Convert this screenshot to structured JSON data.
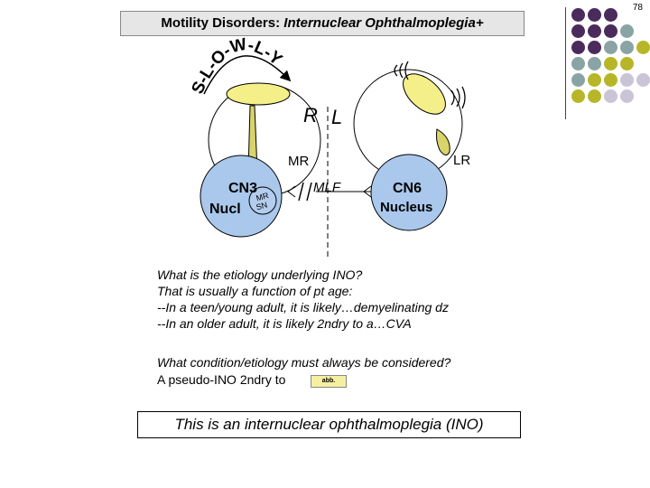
{
  "slide_number": "78",
  "title": {
    "normal": "Motility Disorders: ",
    "italic": "Internuclear Ophthalmoplegia+"
  },
  "diagram": {
    "slowly_label": "S-L-O-W-L-Y",
    "right_label": "R",
    "left_label": "L",
    "mr_label": "MR",
    "lr_label": "LR",
    "cn3_label": [
      "CN3",
      "Nucl"
    ],
    "mr_sn_label": [
      "MR",
      "SN"
    ],
    "mlf_label": "MLF",
    "cn6_label": [
      "CN6",
      "Nucleus"
    ]
  },
  "question_block": {
    "lines": [
      "What is the etiology underlying INO?",
      "That is usually a function of pt  age:",
      "--In a teen/young adult, it is likely…demyelinating dz",
      "--In an older adult, it is likely 2ndry to a…CVA"
    ]
  },
  "question_block_2": {
    "lines": [
      "What condition/etiology must always be considered?",
      "A pseudo-INO 2ndry to"
    ],
    "badge": "abb."
  },
  "answer": "This is an internuclear ophthalmoplegia (INO)",
  "colors": {
    "purple": "#4b2b5b",
    "teal": "#8aa4a6",
    "olive": "#b7b629",
    "lavender": "#c9c4d6",
    "nucleus_blue": "#a9c8ec",
    "eye_yellow": "#f5ef8a",
    "muscle_olive": "#d9d36c"
  }
}
